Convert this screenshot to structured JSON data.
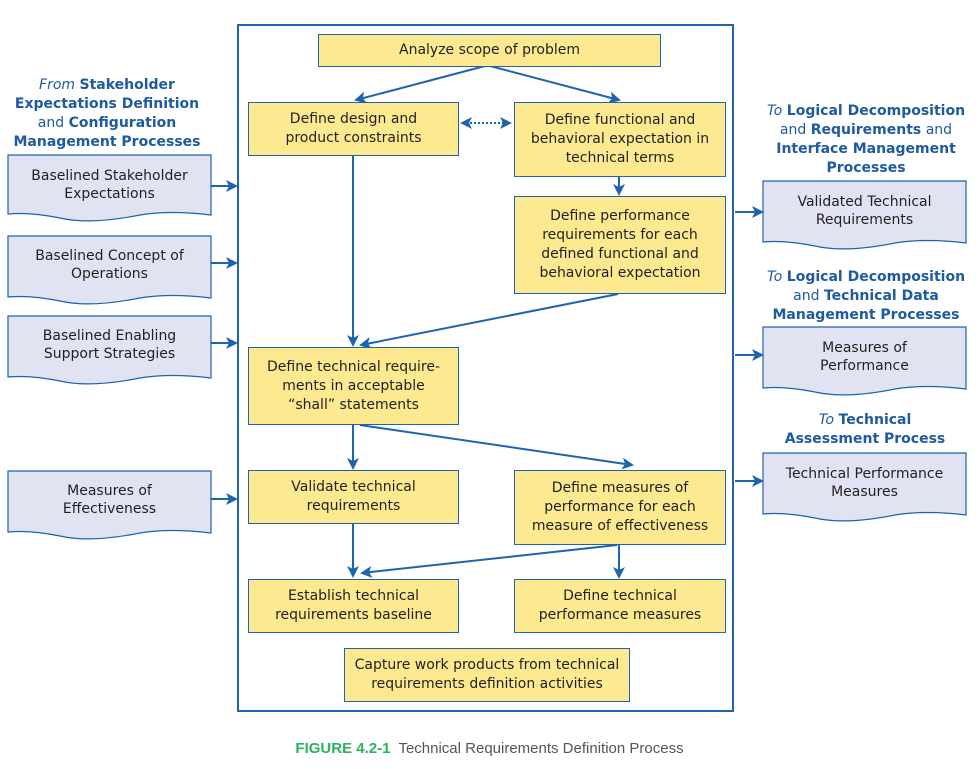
{
  "colors": {
    "line": "#1e63ad",
    "step_fill": "#fde98f",
    "doc_fill": "#e1e3f3",
    "label_blue": "#1e5aa0",
    "caption_green": "#2bb25a",
    "caption_gray": "#555555"
  },
  "inputs": {
    "heading": [
      {
        "text": "From ",
        "style": "italic"
      },
      {
        "text": "Stakeholder Expectations Definition",
        "style": "bold"
      },
      {
        "text": " and ",
        "style": "normal"
      },
      {
        "text": "Configuration Management Processes",
        "style": "bold"
      }
    ],
    "documents": [
      {
        "label": "Baselined Stakeholder\nExpectations"
      },
      {
        "label": "Baselined Concept of\nOperations"
      },
      {
        "label": "Baselined Enabling\nSupport Strategies"
      },
      {
        "label": "Measures of\nEffectiveness"
      }
    ]
  },
  "steps": {
    "analyze": "Analyze scope of problem",
    "design_constraints": "Define design and\nproduct constraints",
    "functional": "Define functional and\nbehavioral expectation in\ntechnical terms",
    "performance": "Define performance\nrequirements for each\ndefined functional and\nbehavioral expectation",
    "shall": "Define technical require-\nments in acceptable\n“shall” statements",
    "validate": "Validate technical\nrequirements",
    "mop": "Define measures of\nperformance for each\nmeasure of effectiveness",
    "baseline": "Establish technical\nrequirements baseline",
    "tpm": "Define technical\nperformance measures",
    "capture": "Capture work products from technical\nrequirements definition activities"
  },
  "outputs": [
    {
      "heading": [
        {
          "text": "To ",
          "style": "italic"
        },
        {
          "text": "Logical Decomposition",
          "style": "bold"
        },
        {
          "text": " and ",
          "style": "normal"
        },
        {
          "text": "Requirements",
          "style": "bold"
        },
        {
          "text": " and ",
          "style": "normal"
        },
        {
          "text": "Interface Management Processes",
          "style": "bold"
        }
      ],
      "document": "Validated Technical\nRequirements"
    },
    {
      "heading": [
        {
          "text": "To ",
          "style": "italic"
        },
        {
          "text": "Logical Decomposition",
          "style": "bold"
        },
        {
          "text": " and ",
          "style": "normal"
        },
        {
          "text": "Technical Data Management Processes",
          "style": "bold"
        }
      ],
      "document": "Measures of\nPerformance"
    },
    {
      "heading": [
        {
          "text": "To ",
          "style": "italic"
        },
        {
          "text": "Technical Assessment Process",
          "style": "bold"
        }
      ],
      "document": "Technical Performance\nMeasures"
    }
  ],
  "caption": {
    "figure": "FIGURE 4.2-1",
    "title": "Technical Requirements Definition Process"
  }
}
